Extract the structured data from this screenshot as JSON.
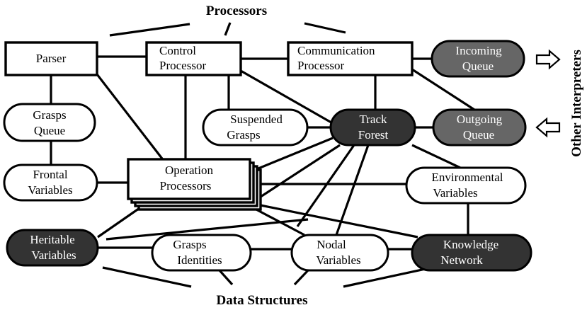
{
  "headers": {
    "processors": "Processors",
    "data_structures": "Data Structures",
    "other_interpreters": "Other Interpreters"
  },
  "nodes": {
    "parser": [
      "Parser"
    ],
    "control_processor": [
      "Control",
      "Processor"
    ],
    "communication_processor": [
      "Communication",
      "Processor"
    ],
    "incoming_queue": [
      "Incoming",
      "Queue"
    ],
    "grasps_queue": [
      "Grasps",
      "Queue"
    ],
    "suspended_grasps": [
      "Suspended",
      "Grasps"
    ],
    "track_forest": [
      "Track",
      "Forest"
    ],
    "outgoing_queue": [
      "Outgoing",
      "Queue"
    ],
    "frontal_variables": [
      "Frontal",
      "Variables"
    ],
    "operation_processors": [
      "Operation",
      "Processors"
    ],
    "environmental_variables": [
      "Environmental",
      "Variables"
    ],
    "heritable_variables": [
      "Heritable",
      "Variables"
    ],
    "grasps_identities": [
      "Grasps",
      "Identities"
    ],
    "nodal_variables": [
      "Nodal",
      "Variables"
    ],
    "knowledge_network": [
      "Knowledge",
      "Network"
    ]
  },
  "colors": {
    "dark_fill": "#333333",
    "gray_fill": "#666666",
    "light_fill": "#ffffff",
    "line": "#000000"
  }
}
